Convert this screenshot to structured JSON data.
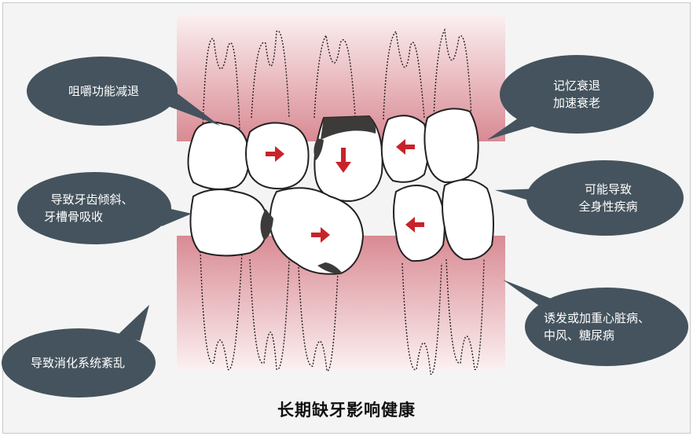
{
  "caption": "长期缺牙影响健康",
  "bubbles": {
    "chewing": {
      "lines": [
        "咀嚼功能减退"
      ]
    },
    "tilt": {
      "lines": [
        "导致牙齿倾斜、",
        "牙槽骨吸收"
      ]
    },
    "digestion": {
      "lines": [
        "导致消化系统紊乱"
      ]
    },
    "memory": {
      "lines": [
        "记忆衰退",
        "加速衰老"
      ]
    },
    "systemic": {
      "lines": [
        "可能导致",
        "全身性疾病"
      ]
    },
    "heart": {
      "lines": [
        "诱发或加重心脏病、",
        "中风、糖尿病"
      ]
    }
  },
  "colors": {
    "bubble": "#44535d",
    "gum_dark": "#d98a93",
    "gum_light": "#f7e3e5",
    "arrow": "#c8232b",
    "tooth": "#ffffff",
    "decay": "#3d3b39"
  }
}
